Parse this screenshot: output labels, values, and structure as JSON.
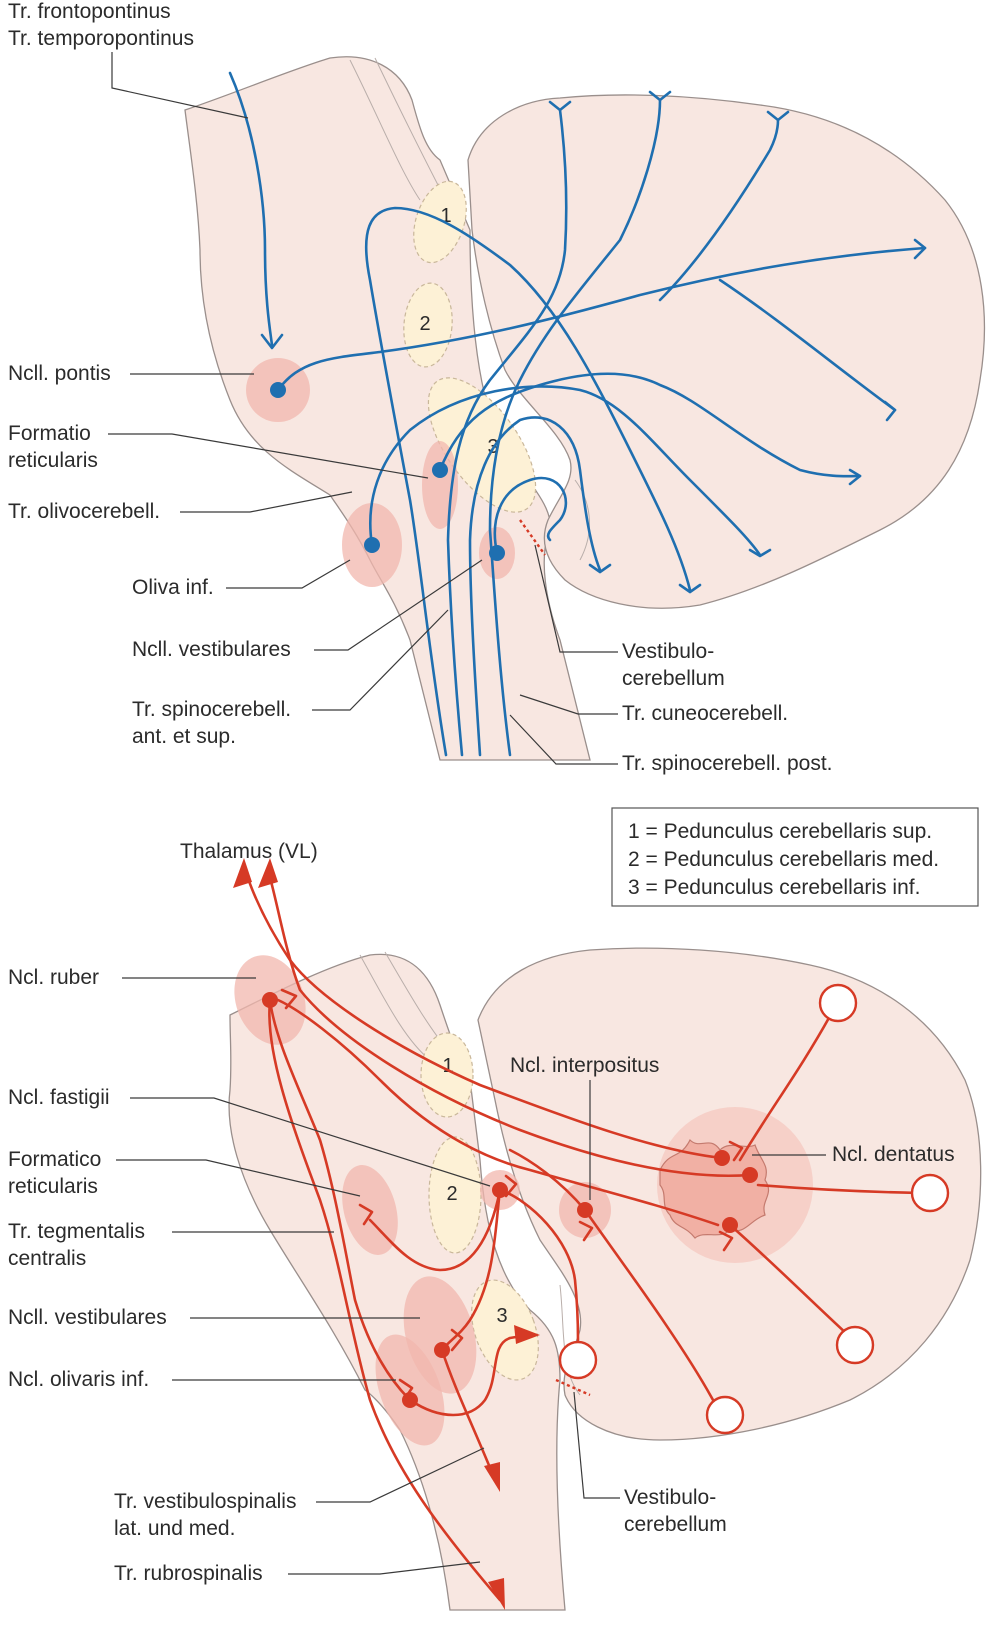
{
  "top_panel": {
    "labels": {
      "tr_frontopontinus": "Tr. frontopontinus",
      "tr_temporopontinus": "Tr. temporopontinus",
      "ncll_pontis": "Ncll. pontis",
      "formatio_line1": "Formatio",
      "formatio_line2": "reticularis",
      "tr_olivocerebell": "Tr. olivocerebell.",
      "oliva_inf": "Oliva inf.",
      "ncll_vestibulares": "Ncll. vestibulares",
      "tr_spinocerebell_line1": "Tr. spinocerebell.",
      "tr_spinocerebell_line2": "ant. et sup.",
      "vestibulo_line1": "Vestibulo-",
      "vestibulo_line2": "cerebellum",
      "tr_cuneocerebell": "Tr. cuneocerebell.",
      "tr_spinocerebell_post": "Tr. spinocerebell. post."
    },
    "peduncle_numbers": [
      "1",
      "2",
      "3"
    ]
  },
  "legend": {
    "items": [
      "1 = Pedunculus cerebellaris sup.",
      "2 = Pedunculus cerebellaris med.",
      "3 = Pedunculus cerebellaris inf."
    ]
  },
  "bottom_panel": {
    "labels": {
      "thalamus": "Thalamus (VL)",
      "ncl_ruber": "Ncl. ruber",
      "ncl_fastigii": "Ncl. fastigii",
      "ncl_interpositus": "Ncl. interpositus",
      "ncl_dentatus": "Ncl. dentatus",
      "formatico_line1": "Formatico",
      "formatico_line2": "reticularis",
      "tr_tegmentalis_line1": "Tr. tegmentalis",
      "tr_tegmentalis_line2": "centralis",
      "ncll_vestibulares": "Ncll. vestibulares",
      "ncl_olivaris_inf": "Ncl. olivaris inf.",
      "tr_vestibulospinalis_line1": "Tr. vestibulospinalis",
      "tr_vestibulospinalis_line2": "lat. und med.",
      "vestibulo_line1": "Vestibulo-",
      "vestibulo_line2": "cerebellum",
      "tr_rubrospinalis": "Tr. rubrospinalis"
    },
    "peduncle_numbers": [
      "1",
      "2",
      "3"
    ]
  },
  "colors": {
    "afferent_blue": "#1f6fb0",
    "efferent_red": "#d63a25",
    "tissue": "#f8e7e1",
    "peduncle": "#fdf1d6",
    "nucleus": "#f1b7ae"
  }
}
